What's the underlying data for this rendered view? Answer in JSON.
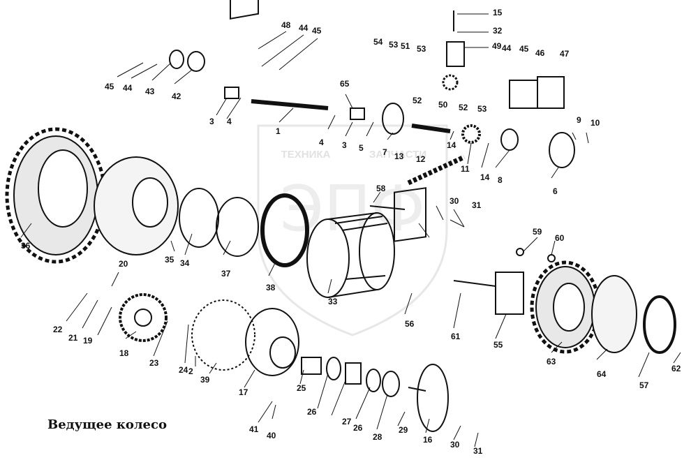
{
  "caption": "Ведущее колесо",
  "watermark": {
    "text_left": "ТЕХНИКА",
    "text_right": "ЗАПЧАСТИ",
    "logo": "ЭПФ"
  },
  "part_numbers": [
    "1",
    "2",
    "3",
    "3",
    "4",
    "4",
    "5",
    "6",
    "7",
    "8",
    "9",
    "10",
    "11",
    "12",
    "13",
    "14",
    "14",
    "15",
    "16",
    "17",
    "18",
    "19",
    "20",
    "21",
    "22",
    "23",
    "24",
    "25",
    "26",
    "26",
    "27",
    "28",
    "29",
    "30",
    "30",
    "31",
    "31",
    "32",
    "33",
    "34",
    "35",
    "36",
    "37",
    "38",
    "39",
    "40",
    "41",
    "42",
    "43",
    "44",
    "44",
    "44",
    "45",
    "45",
    "45",
    "46",
    "47",
    "48",
    "49",
    "50",
    "51",
    "52",
    "52",
    "53",
    "53",
    "53",
    "54",
    "55",
    "56",
    "57",
    "58",
    "59",
    "60",
    "61",
    "62",
    "63",
    "64",
    "65"
  ]
}
